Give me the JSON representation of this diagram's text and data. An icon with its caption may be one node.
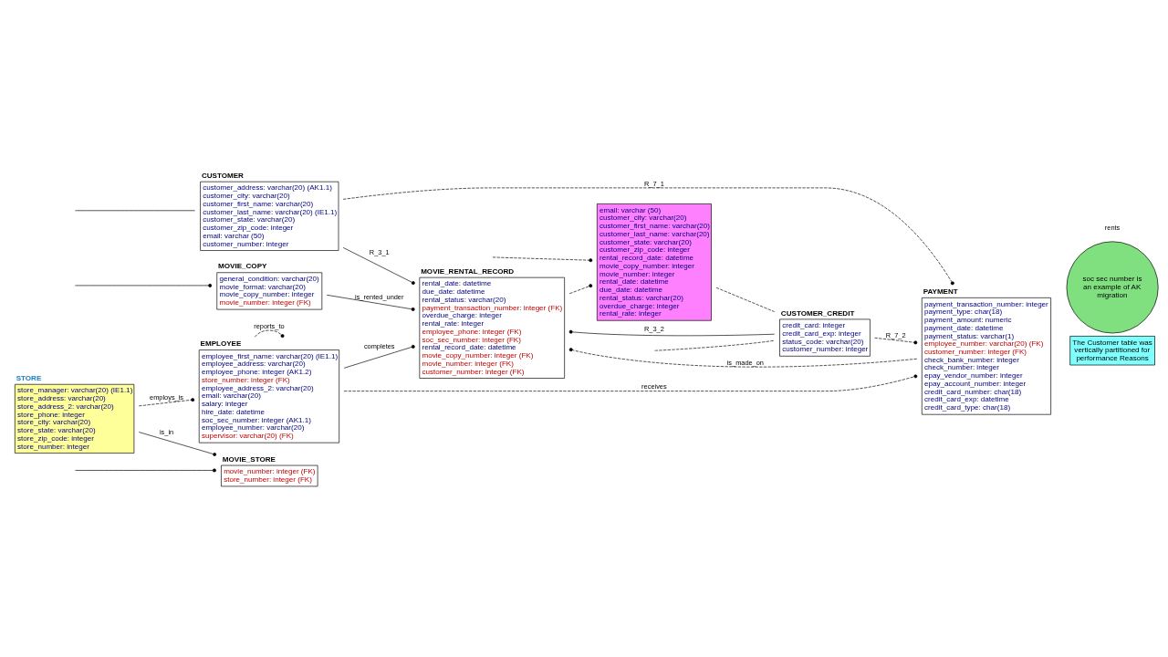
{
  "diagram": {
    "nodes": [
      {
        "text": [
          "MOVIE_RENTAL_RECORD",
          "rental_date: datetime",
          "due_date: datetime",
          "rental_status: varchar(20)",
          "payment_transaction_number: integer (FK)",
          "overdue_charge: integer",
          "rental_rate: integer",
          "employee_phone: integer (FK)",
          "soc_sec_number: integer (FK)",
          "rental_record_date: datetime",
          "movie_copy_number: integer (FK)",
          "movie_number: integer (FK)",
          "customer_number: integer (FK)"
        ]
      },
      {
        "text": [
          "MOVIE_COPY",
          "general_condition: varchar(20)",
          "movie_format: varchar(20)",
          "movie_copy_number: integer",
          "movie_number: integer (FK)"
        ]
      },
      {
        "text": [
          "CUSTOMER",
          "customer_address: varchar(20) (AK1.1)",
          "customer_city: varchar(20)",
          "customer_first_name: varchar(20)",
          "customer_last_name: varchar(20) (IE1.1)",
          "customer_state: varchar(20)",
          "customer_zip_code: integer",
          "email: varchar (50)",
          "customer_number: integer"
        ]
      },
      {
        "text": [
          "email: varchar (50)",
          "customer_city: varchar(20)",
          "customer_first_name: varchar(20)",
          "customer_last_name: varchar(20)",
          "customer_state: varchar(20)",
          "customer_zip_code: integer",
          "rental_record_date: datetime",
          "movie_copy_number: integer",
          "movie_number: integer",
          "rental_date: datetime",
          "due_date: datetime",
          "rental_status: varchar(20)",
          "overdue_charge: integer",
          "rental_rate: integer"
        ]
      },
      {
        "text": [
          "The Customer table was vertically partitioned for performance Reasons"
        ]
      },
      {
        "text": [
          "MOVIE_STORE",
          "movie_number: integer (FK)",
          "store_number: integer (FK)"
        ]
      },
      {
        "text": [
          "CUSTOMER_CREDIT",
          "credit_card: integer",
          "credit_card_exp: integer",
          "status_code: varchar(20)",
          "customer_number: integer"
        ]
      },
      {
        "text": [
          "PAYMENT",
          "payment_transaction_number: integer",
          "payment_type: char(18)",
          "payment_amount: numeric",
          "payment_date: datetime",
          "payment_status: varchar(1)",
          "employee_number: varchar(20) (FK)",
          "customer_number: integer (FK)",
          "check_bank_number: integer",
          "check_number: integer",
          "epay_vendor_number: integer",
          "epay_account_number: integer",
          "credit_card_number: char(18)",
          "credit_card_exp: datetime",
          "credit_card_type: char(18)"
        ]
      },
      {
        "text": [
          "EMPLOYEE",
          "employee_first_name: varchar(20) (IE1.1)",
          "employee_address: varchar(20)",
          "employee_phone: integer (AK1.2)",
          "store_number: integer (FK)",
          "employee_address_2: varchar(20)",
          "email: varchar(20)",
          "salary: integer",
          "hire_date: datetime",
          "soc_sec_number: integer (AK1.1)",
          "employee_number: varchar(20)",
          "supervisor: varchar(20) (FK)"
        ]
      },
      {
        "text": [
          "STORE",
          "store_manager: varchar(20) (IE1.1)",
          "store_address: varchar(20)",
          "store_address_2: varchar(20)",
          "store_phone: integer",
          "store_city: varchar(20)",
          "store_state: varchar(20)",
          "store_zip_code: integer",
          "store_number: integer"
        ]
      },
      {
        "text": [
          "soc sec number is an example of AK migration"
        ]
      }
    ],
    "edges": [
      {
        "from": 2,
        "to": 0,
        "arrow": "other",
        "label": "R_3_1"
      },
      {
        "from": 1,
        "to": 0,
        "arrow": "other",
        "label": "is_rented_under"
      },
      {
        "from": 6,
        "to": 0,
        "arrow": "other",
        "label": "R_3_2"
      },
      {
        "from": 8,
        "to": 0,
        "arrow": "other",
        "label": "completes"
      },
      {
        "from": 7,
        "to": 0,
        "arrow": "other",
        "label": "is_made_on",
        "style": "dashed"
      },
      {
        "from": 9,
        "to": 5,
        "arrow": "other",
        "label": "is_in"
      },
      {
        "from": 2,
        "to": 7,
        "arrow": "other",
        "label": "R_7_1",
        "style": "dashed"
      },
      {
        "from": 6,
        "to": 7,
        "arrow": "other",
        "label": "R_7_2",
        "style": "dashed"
      },
      {
        "from": 9,
        "to": 8,
        "arrow": "other",
        "label": "employs_is",
        "style": "dashed"
      },
      {
        "from": 8,
        "to": 7,
        "arrow": "other",
        "label": "receives",
        "style": "dashed"
      },
      {
        "from": 8,
        "to": 8,
        "arrow": "other",
        "label": "reports_to",
        "style": "dashed"
      },
      {
        "from": 0,
        "to": 3,
        "arrow": "other",
        "style": "dashed"
      },
      {
        "from": 3,
        "to": 6,
        "arrow": "none",
        "style": "dashed"
      },
      {
        "from": null,
        "to": 1,
        "arrow": "other"
      },
      {
        "from": null,
        "to": 5,
        "arrow": "other"
      },
      {
        "from": null,
        "to": 2,
        "arrow": "none"
      },
      {
        "from": null,
        "to": 6,
        "arrow": "none",
        "style": "dashed"
      },
      {
        "from": null,
        "to": 3,
        "arrow": "other",
        "style": "dashed"
      }
    ],
    "labels": [
      "rents"
    ]
  }
}
